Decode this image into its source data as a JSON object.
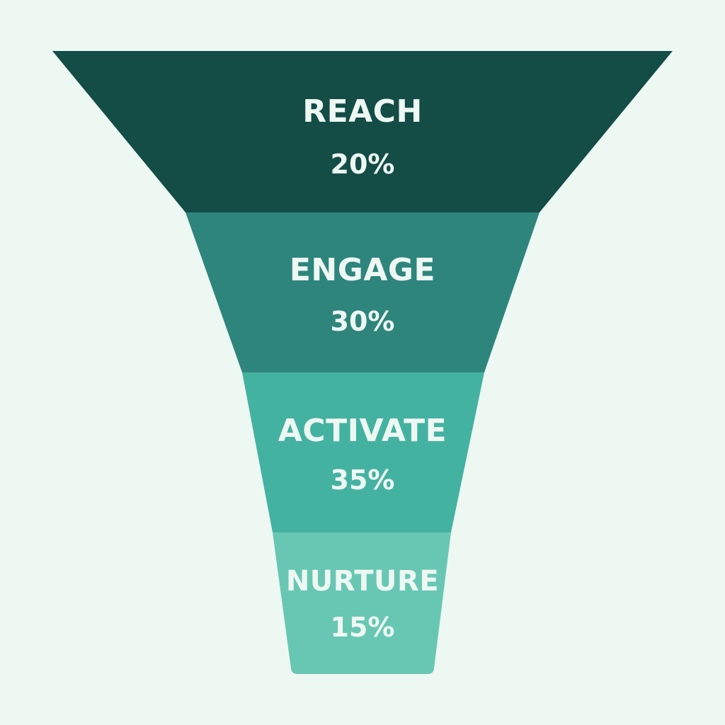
{
  "chart_data": {
    "type": "funnel",
    "title": "",
    "categories": [
      "REACH",
      "ENGAGE",
      "ACTIVATE",
      "NURTURE"
    ],
    "values": [
      20,
      30,
      35,
      15
    ],
    "unit": "%",
    "labels": [
      "20%",
      "30%",
      "35%",
      "15%"
    ],
    "colors": [
      "#144c46",
      "#2e857c",
      "#44b2a1",
      "#68c7b3"
    ]
  },
  "funnel": {
    "stages": [
      {
        "name": "REACH",
        "percent": "20%",
        "color": "#144c46"
      },
      {
        "name": "ENGAGE",
        "percent": "30%",
        "color": "#2e857c"
      },
      {
        "name": "ACTIVATE",
        "percent": "35%",
        "color": "#44b2a1"
      },
      {
        "name": "NURTURE",
        "percent": "15%",
        "color": "#68c7b3"
      }
    ]
  }
}
